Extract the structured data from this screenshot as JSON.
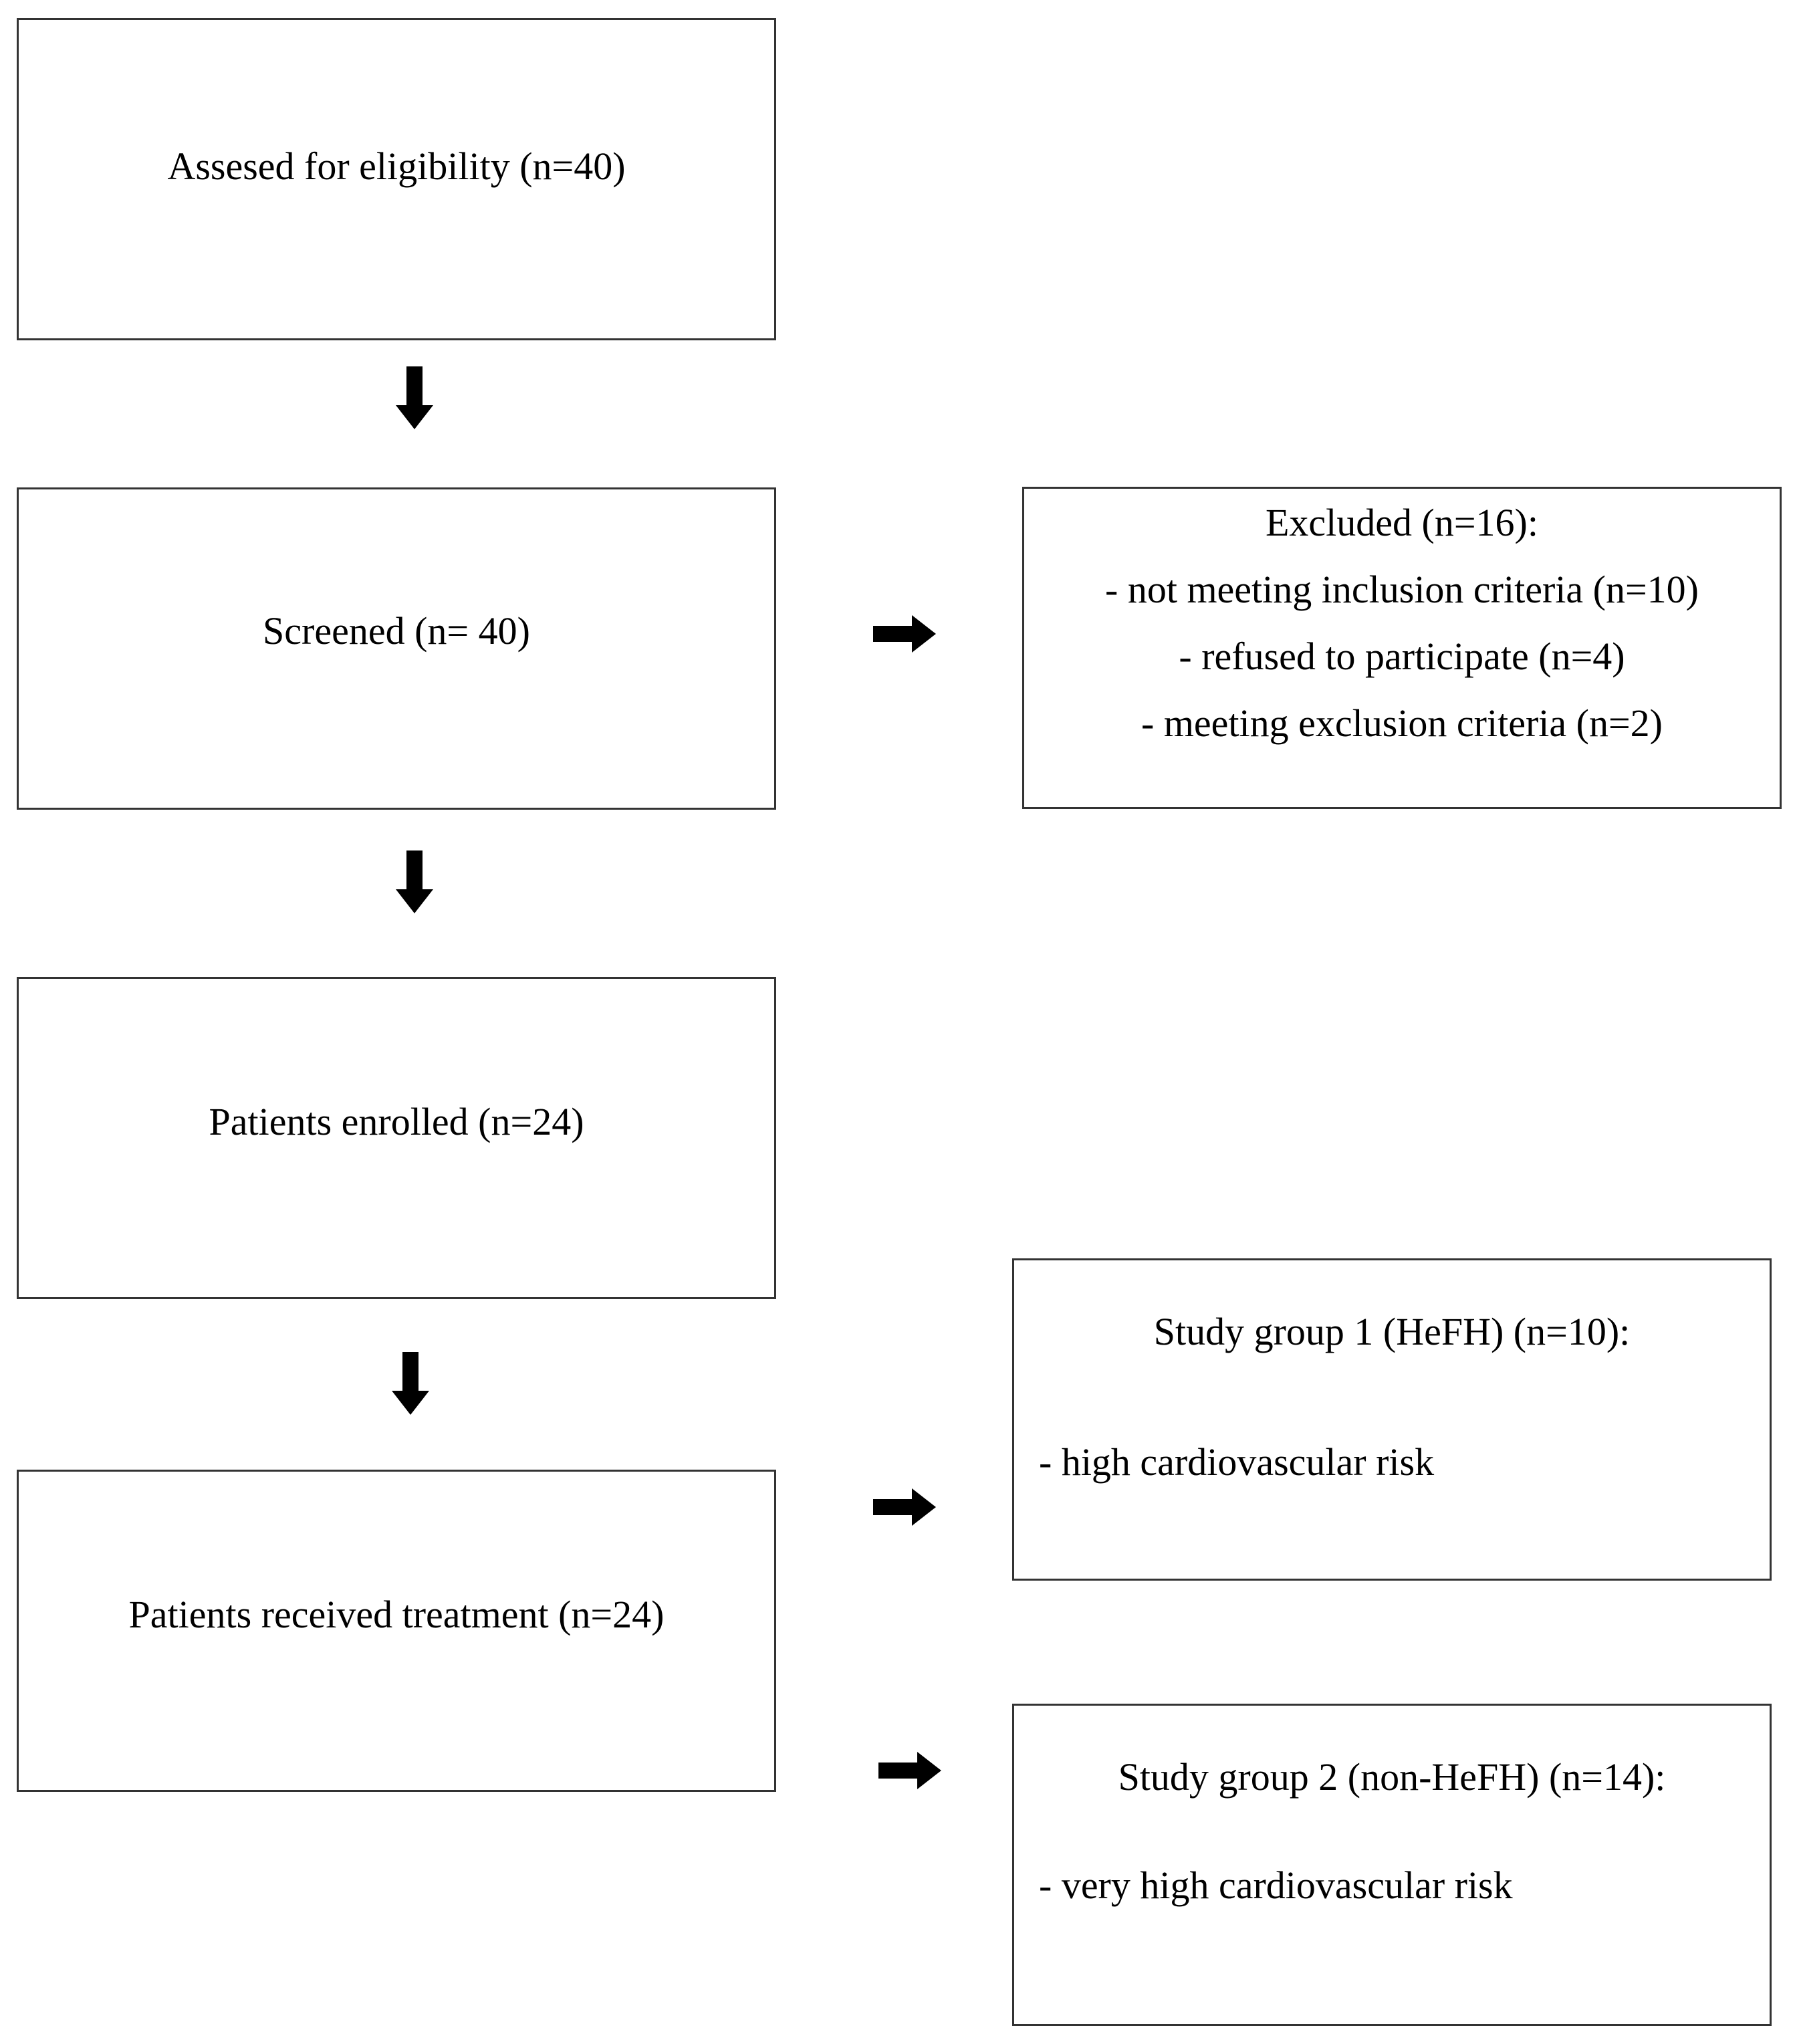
{
  "flow": {
    "assessed": "Assesed for eligibility (n=40)",
    "screened": "Screened (n= 40)",
    "enrolled": "Patients enrolled (n=24)",
    "treated": "Patients received treatment (n=24)"
  },
  "excluded": {
    "title": "Excluded (n=16):",
    "reasons": [
      "- not meeting inclusion criteria (n=10)",
      "- refused to participate (n=4)",
      "- meeting exclusion criteria (n=2)"
    ]
  },
  "groups": [
    {
      "title": "Study group 1 (HeFH) (n=10):",
      "detail": "- high cardiovascular risk"
    },
    {
      "title": "Study group 2 (non-HeFH) (n=14):",
      "detail": "- very high cardiovascular risk"
    }
  ],
  "arrow_icon": "thick-arrow"
}
